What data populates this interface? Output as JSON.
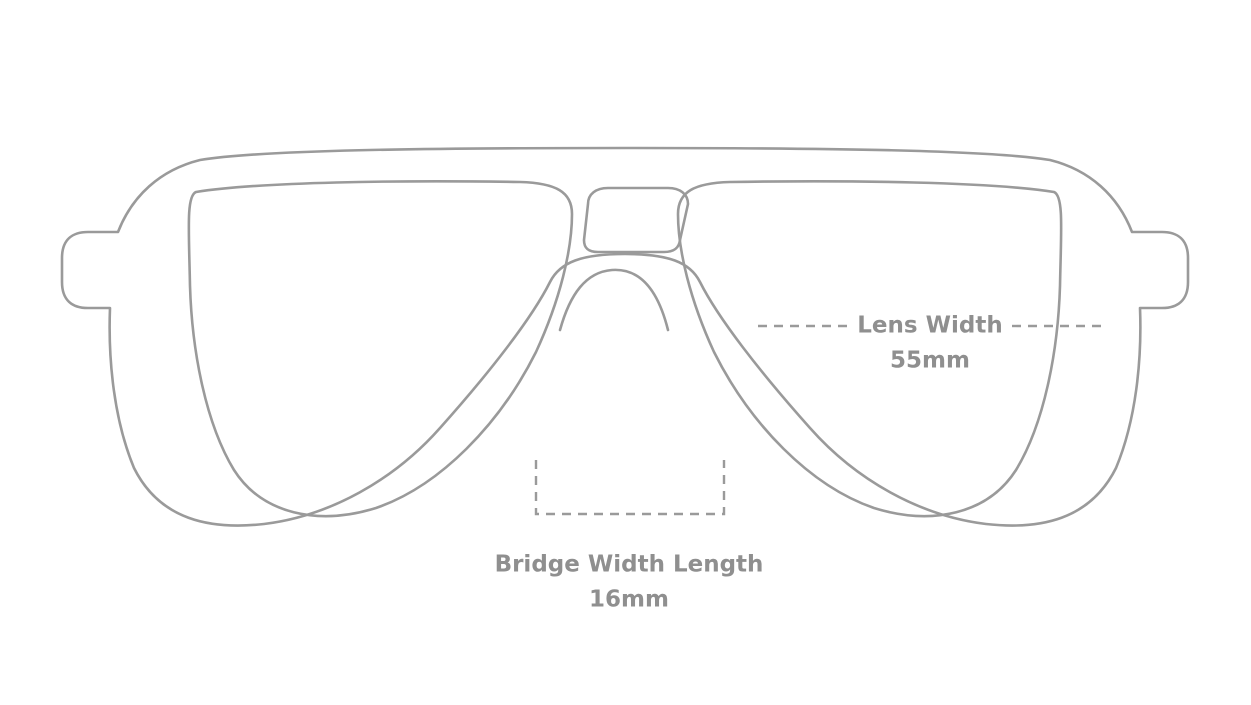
{
  "diagram": {
    "type": "eyeglasses-measurement-diagram",
    "subject": "aviator eyeglasses frame front view",
    "background_color": "#ffffff",
    "stroke_color": "#9a9a9a",
    "text_color": "#8f8f8f",
    "measurements": [
      {
        "id": "lens-width",
        "label": "Lens Width",
        "value": "55mm",
        "unit": "mm",
        "number": 55,
        "guide_style": "dashed-horizontal-line"
      },
      {
        "id": "bridge-width",
        "label": "Bridge Width Length",
        "value": "16mm",
        "unit": "mm",
        "number": 16,
        "guide_style": "dashed-bracket"
      }
    ]
  }
}
